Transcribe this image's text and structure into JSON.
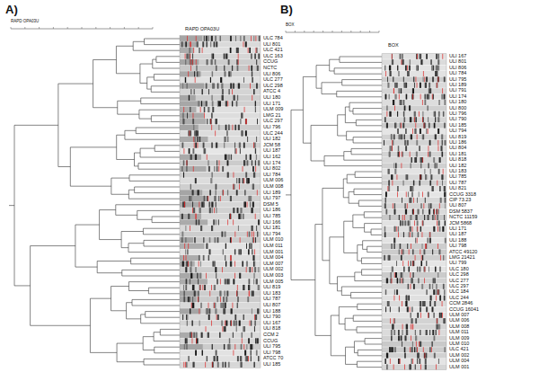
{
  "diagram": {
    "labels": [
      "A)",
      "RAPD OPA03U",
      "RAPD OPA03U",
      "ULC 784",
      "ULI 801",
      "ULC 421",
      "ULC 163",
      "CCUG",
      "NCTC",
      "ULI 806",
      "ULC 277",
      "ULC 298",
      "ATCC 4",
      "ULI 180",
      "ULI 171",
      "ULM 009",
      "LMG 21",
      "ULC 297",
      "ULI 796",
      "ULC 244",
      "ULI 182",
      "JCM 58",
      "ULI 187",
      "ULI 162",
      "ULI 174",
      "ULI 802",
      "ULI 784",
      "ULM 006",
      "ULM 008",
      "ULI 189",
      "ULI 797",
      "DSM 5",
      "ULI 186",
      "ULI 785",
      "ULI 166",
      "ULI 181",
      "ULI 794",
      "ULM 010",
      "ULM 011",
      "ULM 001",
      "ULM 004",
      "ULM 007",
      "ULM 002",
      "ULM 003",
      "ULM 005",
      "ULI 819",
      "ULI 183",
      "ULI 787",
      "ULI 807",
      "ULI 188",
      "ULI 790",
      "ULI 167",
      "ULI 818",
      "CCM 2",
      "CCUG",
      "ULI 795",
      "ULI 798",
      "ATCC 70",
      "ULI 185",
      "B)",
      "BOX",
      "BOX",
      "ULI 167",
      "ULI 801",
      "ULI 806",
      "ULI 784",
      "ULI 795",
      "ULI 189",
      "ULI 791",
      "ULI 174",
      "ULI 180",
      "ULI 800",
      "ULI 796",
      "ULI 790",
      "ULI 185",
      "ULI 794",
      "ULI 819",
      "ULI 186",
      "ULI 804",
      "ULI 181",
      "ULI 818",
      "ULI 182",
      "ULI 183",
      "ULI 785",
      "ULI 787",
      "ULI 821",
      "CCUG 3318",
      "CIP 73.23",
      "ULI 807",
      "DSM 5837",
      "NCTC 11159",
      "JCM 5868",
      "ULI 171",
      "ULI 187",
      "ULI 188",
      "ULI 798",
      "ATCC 49120",
      "LMG 21421",
      "ULI 799",
      "ULC 180",
      "ULC 298",
      "ULC 277",
      "ULC 297",
      "ULC 184",
      "ULC 244",
      "CCM 2846",
      "CCUG 16041",
      "ULM 007",
      "ULM 006",
      "ULM 008",
      "ULM 011",
      "ULM 009",
      "ULM 010",
      "ULC 421",
      "ULM 002",
      "ULM 004",
      "ULM 001"
    ]
  }
}
